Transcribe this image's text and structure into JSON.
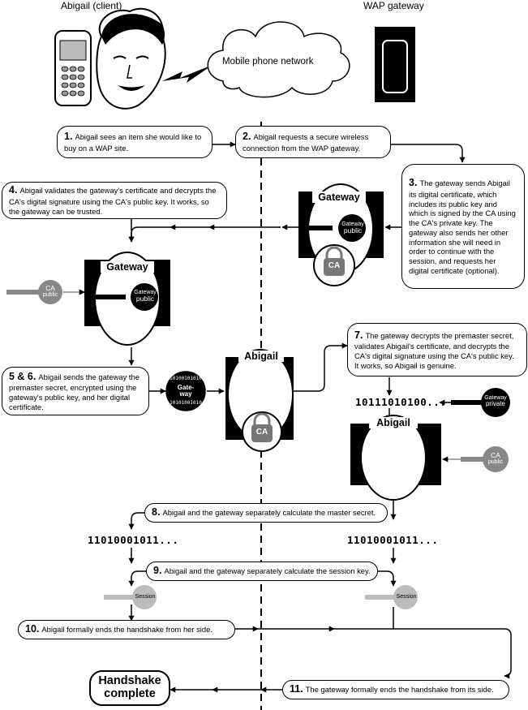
{
  "header": {
    "client_label": "Abigail (client)",
    "gateway_label": "WAP gateway",
    "network_label": "Mobile phone network"
  },
  "steps": [
    {
      "num": "1.",
      "text": "Abigail sees an item she would like to buy on a WAP site."
    },
    {
      "num": "2.",
      "text": "Abigail requests a secure wireless connection from the WAP gateway."
    },
    {
      "num": "3.",
      "text": "The gateway sends Abigail its digital certificate, which includes its public key and which is signed by the CA using the CA's private key. The gateway also sends her other information she will need in order to continue with the session, and requests her digital certificate (optional)."
    },
    {
      "num": "4.",
      "text": "Abigail validates the gateway's certificate and decrypts the CA's digital signature using the CA's public key. It works, so the gateway can be trusted."
    },
    {
      "num": "5 & 6.",
      "text": "Abigail sends the gateway the premaster secret, encrypted using the gateway's public key, and her digital certificate."
    },
    {
      "num": "7.",
      "text": "The gateway decrypts the premaster secret, validates Abigail's certificate, and decrypts the CA's digital signature using the CA's public key. It works, so Abigail is genuine."
    },
    {
      "num": "8.",
      "text": "Abigail and the gateway separately calculate the master secret."
    },
    {
      "num": "9.",
      "text": "Abigail and the gateway separately calculate the session key."
    },
    {
      "num": "10.",
      "text": "Abigail formally ends the handshake from her side."
    },
    {
      "num": "11.",
      "text": "The gateway formally ends the handshake from its side."
    }
  ],
  "certificates": {
    "gateway_title": "Gateway",
    "abigail_title": "Abigail",
    "ca_label": "CA"
  },
  "keys": {
    "gateway_public_l1": "Gateway",
    "gateway_public_l2": "public",
    "ca_public_l1": "CA",
    "ca_public_l2": "public",
    "gateway_private_l1": "Gateway",
    "gateway_private_l2": "private",
    "session": "Session"
  },
  "envelope": {
    "line1": "Gate-",
    "line2": "way"
  },
  "bitstrings": {
    "premaster": "10111010100...",
    "master_left": "11010001011...",
    "master_right": "11010001011..."
  },
  "final": {
    "line1": "Handshake",
    "line2": "complete"
  }
}
